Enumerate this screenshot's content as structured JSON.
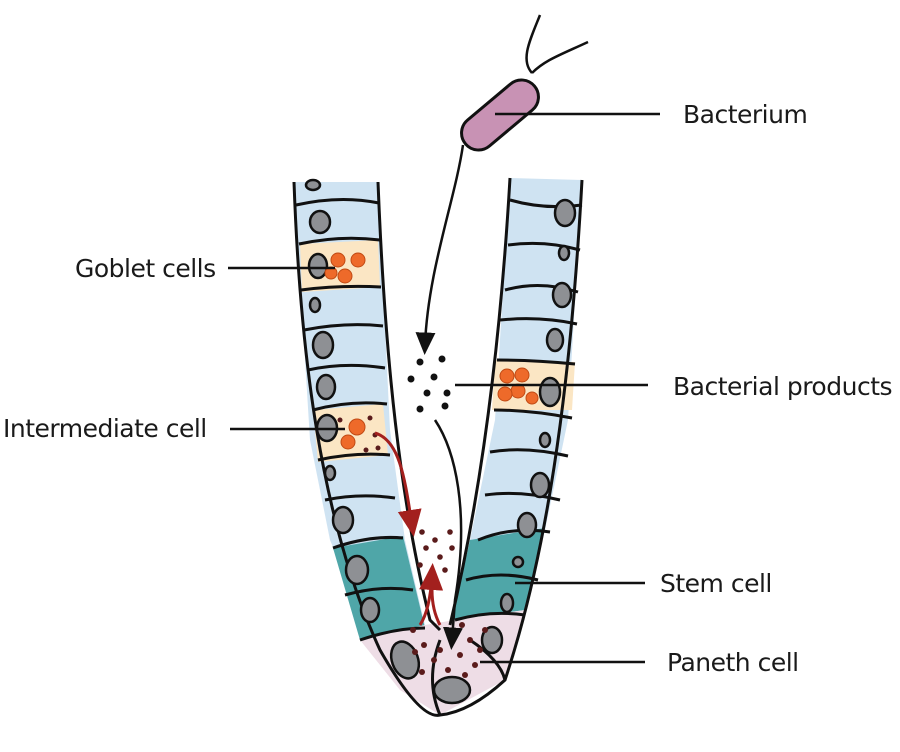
{
  "diagram": {
    "title": "Intestinal crypt with bacterial products and Paneth cell response",
    "labels": {
      "bacterium": "Bacterium",
      "goblet_cells": "Goblet cells",
      "bacterial_products": "Bacterial products",
      "intermediate_cell": "Intermediate cell",
      "stem_cell": "Stem cell",
      "paneth_cell": "Paneth cell"
    },
    "colors": {
      "epithelium": "#cfe3f2",
      "stem_zone": "#4fa6a8",
      "paneth_zone": "#eedde6",
      "goblet_cytoplasm": "#fbe6c4",
      "granule_orange": "#ee6a2a",
      "nucleus": "#8e9094",
      "bacterium": "#c892b4",
      "red_arrow": "#a3201e",
      "granule_dark": "#5a1b1b"
    }
  }
}
